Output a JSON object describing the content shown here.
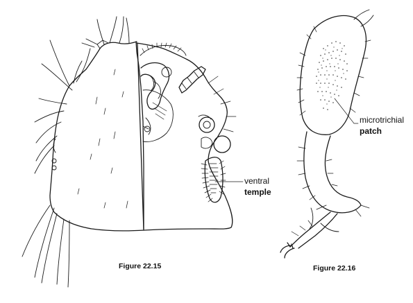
{
  "figures": [
    {
      "caption": "Figure 22.15",
      "labels": [
        "ventral",
        "temple"
      ]
    },
    {
      "caption": "Figure 22.16",
      "labels": [
        "microtrichial",
        "patch"
      ]
    }
  ]
}
